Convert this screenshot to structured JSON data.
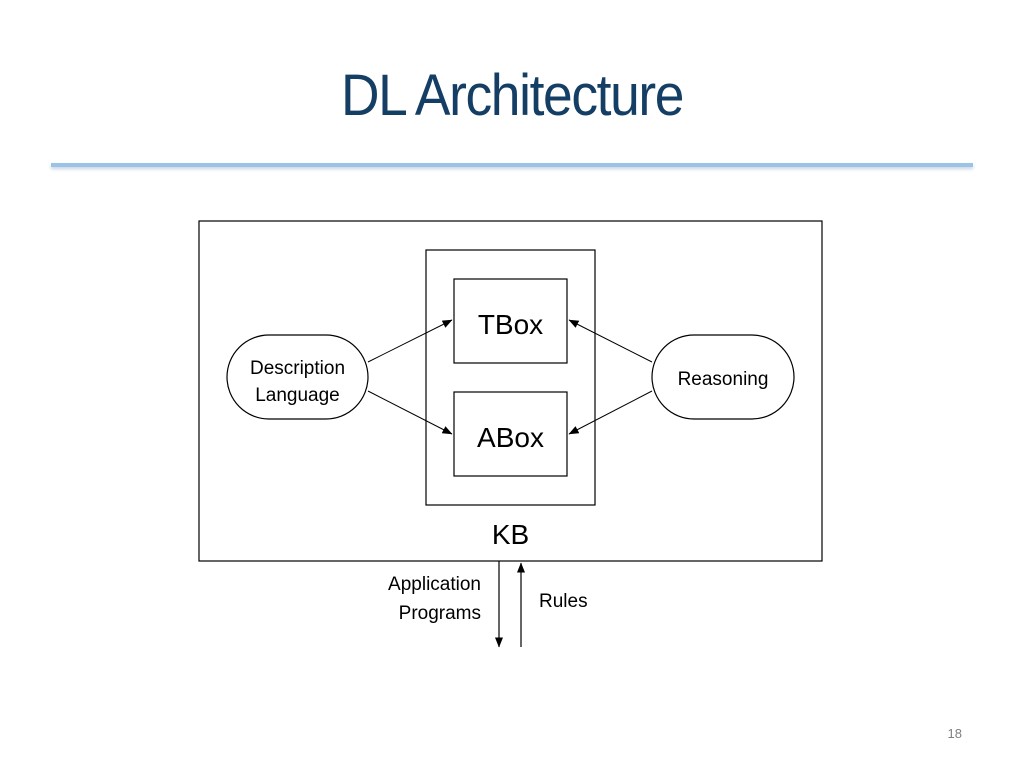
{
  "slide": {
    "title": "DL Architecture",
    "page_number": "18"
  },
  "diagram": {
    "description_language_line1": "Description",
    "description_language_line2": "Language",
    "tbox": "TBox",
    "abox": "ABox",
    "kb": "KB",
    "reasoning": "Reasoning",
    "application_programs_line1": "Application",
    "application_programs_line2": "Programs",
    "rules": "Rules"
  }
}
